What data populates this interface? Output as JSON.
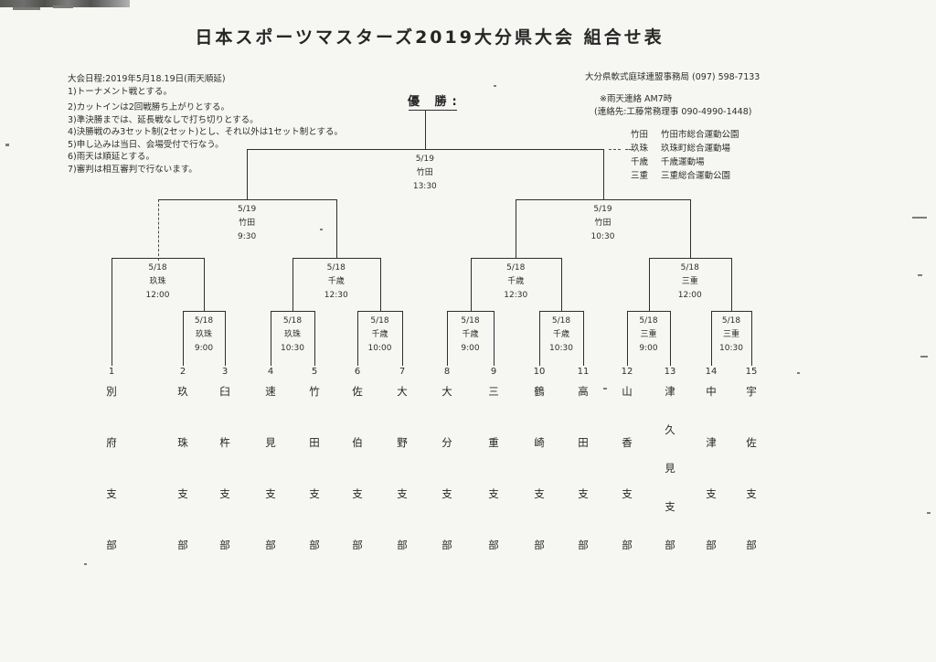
{
  "document": {
    "title": "日本スポーツマスターズ2019大分県大会  組合せ表"
  },
  "notes": {
    "schedule_line": "大会日程:2019年5月18.19日(雨天順延)",
    "rules": [
      "1)トーナメント戦とする。",
      "2)カットインは2回戦勝ち上がりとする。",
      "3)準決勝までは、延長戦なしで打ち切りとする。",
      "4)決勝戦のみ3セット制(2セット)とし、それ以外は1セット制とする。",
      "5)申し込みは当日、会場受付で行なう。",
      "6)雨天は順延とする。",
      "7)審判は相互審判で行ないます。"
    ]
  },
  "contact": {
    "office": "大分県軟式庭球連盟事務局 (097) 598-7133",
    "rain_notice": "※雨天連絡 AM7時",
    "phone": "(連絡先:工藤常務理事 090-4990-1448)"
  },
  "venue_legend": [
    {
      "abbr": "竹田",
      "name": "竹田市総合運動公園"
    },
    {
      "abbr": "玖珠",
      "name": "玖珠町総合運動場"
    },
    {
      "abbr": "千歳",
      "name": "千歳運動場"
    },
    {
      "abbr": "三重",
      "name": "三重総合運動公園"
    }
  ],
  "bracket": {
    "champion_label": "優 勝:",
    "final": {
      "date": "5/19",
      "venue": "竹田",
      "time": "13:30"
    },
    "semifinals": [
      {
        "date": "5/19",
        "venue": "竹田",
        "time": "9:30"
      },
      {
        "date": "5/19",
        "venue": "竹田",
        "time": "10:30"
      }
    ],
    "quarterfinals": [
      {
        "date": "5/18",
        "venue": "玖珠",
        "time": "12:00"
      },
      {
        "date": "5/18",
        "venue": "千歳",
        "time": "12:30"
      },
      {
        "date": "5/18",
        "venue": "千歳",
        "time": "12:30"
      },
      {
        "date": "5/18",
        "venue": "三重",
        "time": "12:00"
      }
    ],
    "round1": [
      {
        "date": "5/18",
        "venue": "玖珠",
        "time": "9:00"
      },
      {
        "date": "5/18",
        "venue": "玖珠",
        "time": "10:30"
      },
      {
        "date": "5/18",
        "venue": "千歳",
        "time": "10:00"
      },
      {
        "date": "5/18",
        "venue": "千歳",
        "time": "9:00"
      },
      {
        "date": "5/18",
        "venue": "千歳",
        "time": "10:30"
      },
      {
        "date": "5/18",
        "venue": "三重",
        "time": "9:00"
      },
      {
        "date": "5/18",
        "venue": "三重",
        "time": "10:30"
      }
    ],
    "entries": [
      {
        "no": "1",
        "name": "別府支部"
      },
      {
        "no": "2",
        "name": "玖珠支部"
      },
      {
        "no": "3",
        "name": "臼杵支部"
      },
      {
        "no": "4",
        "name": "速見支部"
      },
      {
        "no": "5",
        "name": "竹田支部"
      },
      {
        "no": "6",
        "name": "佐伯支部"
      },
      {
        "no": "7",
        "name": "大野支部"
      },
      {
        "no": "8",
        "name": "大分支部"
      },
      {
        "no": "9",
        "name": "三重支部"
      },
      {
        "no": "10",
        "name": "鶴崎支部"
      },
      {
        "no": "11",
        "name": "高田支部"
      },
      {
        "no": "12",
        "name": "山香支部"
      },
      {
        "no": "13",
        "name": "津久見支部"
      },
      {
        "no": "14",
        "name": "中津支部"
      },
      {
        "no": "15",
        "name": "宇佐支部"
      }
    ]
  }
}
